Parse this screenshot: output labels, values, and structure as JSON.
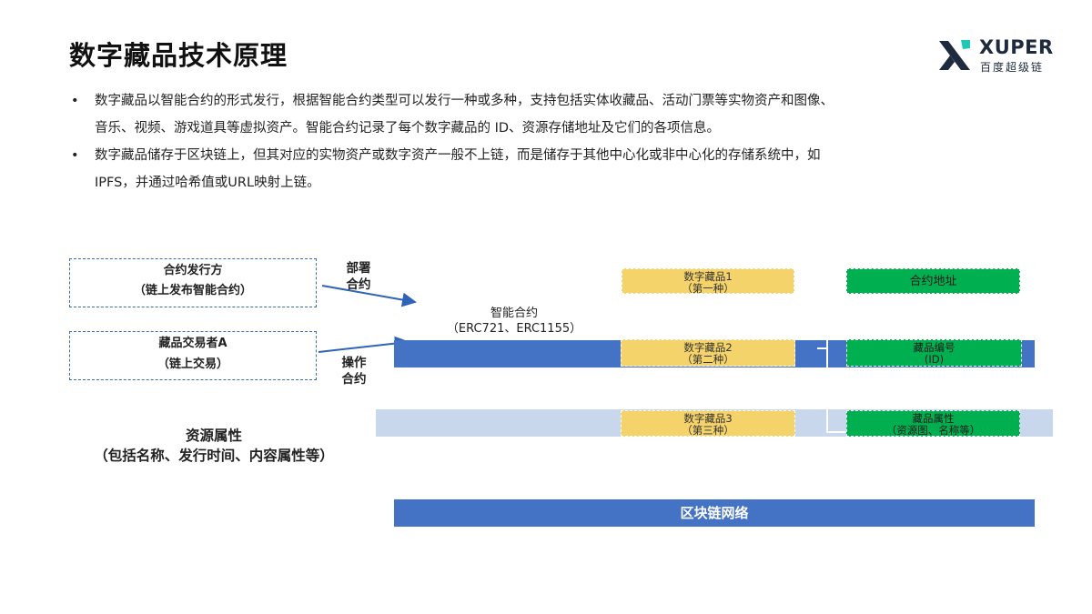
{
  "header": {
    "title": "数字藏品技术原理",
    "logo": {
      "brand": "XUPER",
      "subtitle": "百度超级链",
      "mark_color": "#1e2a3d",
      "accent_color": "#1ec8b4"
    }
  },
  "bullets": [
    {
      "line1": "数字藏品以智能合约的形式发行，根据智能合约类型可以发行一种或多种，支持包括实体收藏品、活动门票等实物资产和图像、",
      "line2": "音乐、视频、游戏道具等虚拟资产。智能合约记录了每个数字藏品的 ID、资源存储地址及它们的各项信息。"
    },
    {
      "line1": "数字藏品储存于区块链上，但其对应的实物资产或数字资产一般不上链，而是储存于其他中心化或非中心化的存储系统中，如",
      "line2": "IPFS，并通过哈希值或URL映射上链。"
    }
  ],
  "diagram": {
    "actors": [
      {
        "name": "合约发行方",
        "desc": "（链上发布智能合约）"
      },
      {
        "name": "藏品交易者A",
        "desc": "（链上交易）"
      }
    ],
    "arrows": [
      {
        "label_line1": "部署",
        "label_line2": "合约"
      },
      {
        "label_line1": "操作",
        "label_line2": "合约"
      }
    ],
    "contract": {
      "name": "智能合约",
      "standards": "（ERC721、ERC1155）"
    },
    "resource": {
      "name": "资源属性",
      "desc": "（包括名称、发行时间、内容属性等）"
    },
    "collectibles": [
      {
        "name": "数字藏品1",
        "kind": "（第一种）"
      },
      {
        "name": "数字藏品2",
        "kind": "（第二种）"
      },
      {
        "name": "数字藏品3",
        "kind": "（第三种）"
      }
    ],
    "fields": [
      {
        "name": "合约地址",
        "desc": ""
      },
      {
        "name": "藏品编号",
        "desc": "(ID)"
      },
      {
        "name": "藏品属性",
        "desc": "（资源图、名称等）"
      }
    ],
    "network": "区块链网络",
    "colors": {
      "dark_blue": "#4472c4",
      "light_blue": "#c9d7ec",
      "yellow": "#f5d36b",
      "green": "#00b050",
      "dashed_border": "#3a6cb4"
    }
  }
}
